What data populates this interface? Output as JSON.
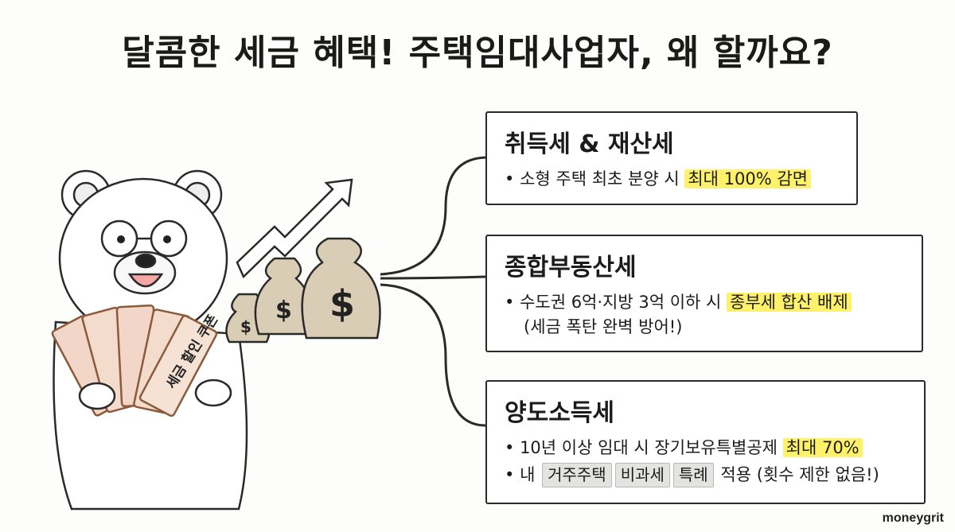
{
  "title": "달콤한 세금 혜택! 주택임대사업자, 왜 할까요?",
  "illustration": {
    "coupon_text": "세금 할인 쿠폰",
    "bag_symbol": "$"
  },
  "boxes": [
    {
      "heading": "취득세 & 재산세",
      "bullets": [
        {
          "text": "소형 주택 최초 분양 시 ",
          "highlight": "최대 100% 감면"
        }
      ]
    },
    {
      "heading": "종합부동산세",
      "bullets": [
        {
          "text": "수도권 6억·지방 3억 이하 시 ",
          "highlight": "종부세 합산 배제"
        }
      ],
      "note": "(세금 폭탄 완벽 방어!)"
    },
    {
      "heading": "양도소득세",
      "bullets": [
        {
          "text": "10년 이상 임대 시 장기보유특별공제 ",
          "highlight": "최대 70%"
        }
      ],
      "line2": {
        "prefix": "내",
        "tags": [
          "거주주택",
          "비과세",
          "특례"
        ],
        "suffix": "적용 (횟수 제한 없음!)"
      }
    }
  ],
  "brand": "moneygrit",
  "colors": {
    "highlight": "#fff26a",
    "tag_bg": "#e3e3e1",
    "bag": "#d9cdb5"
  }
}
